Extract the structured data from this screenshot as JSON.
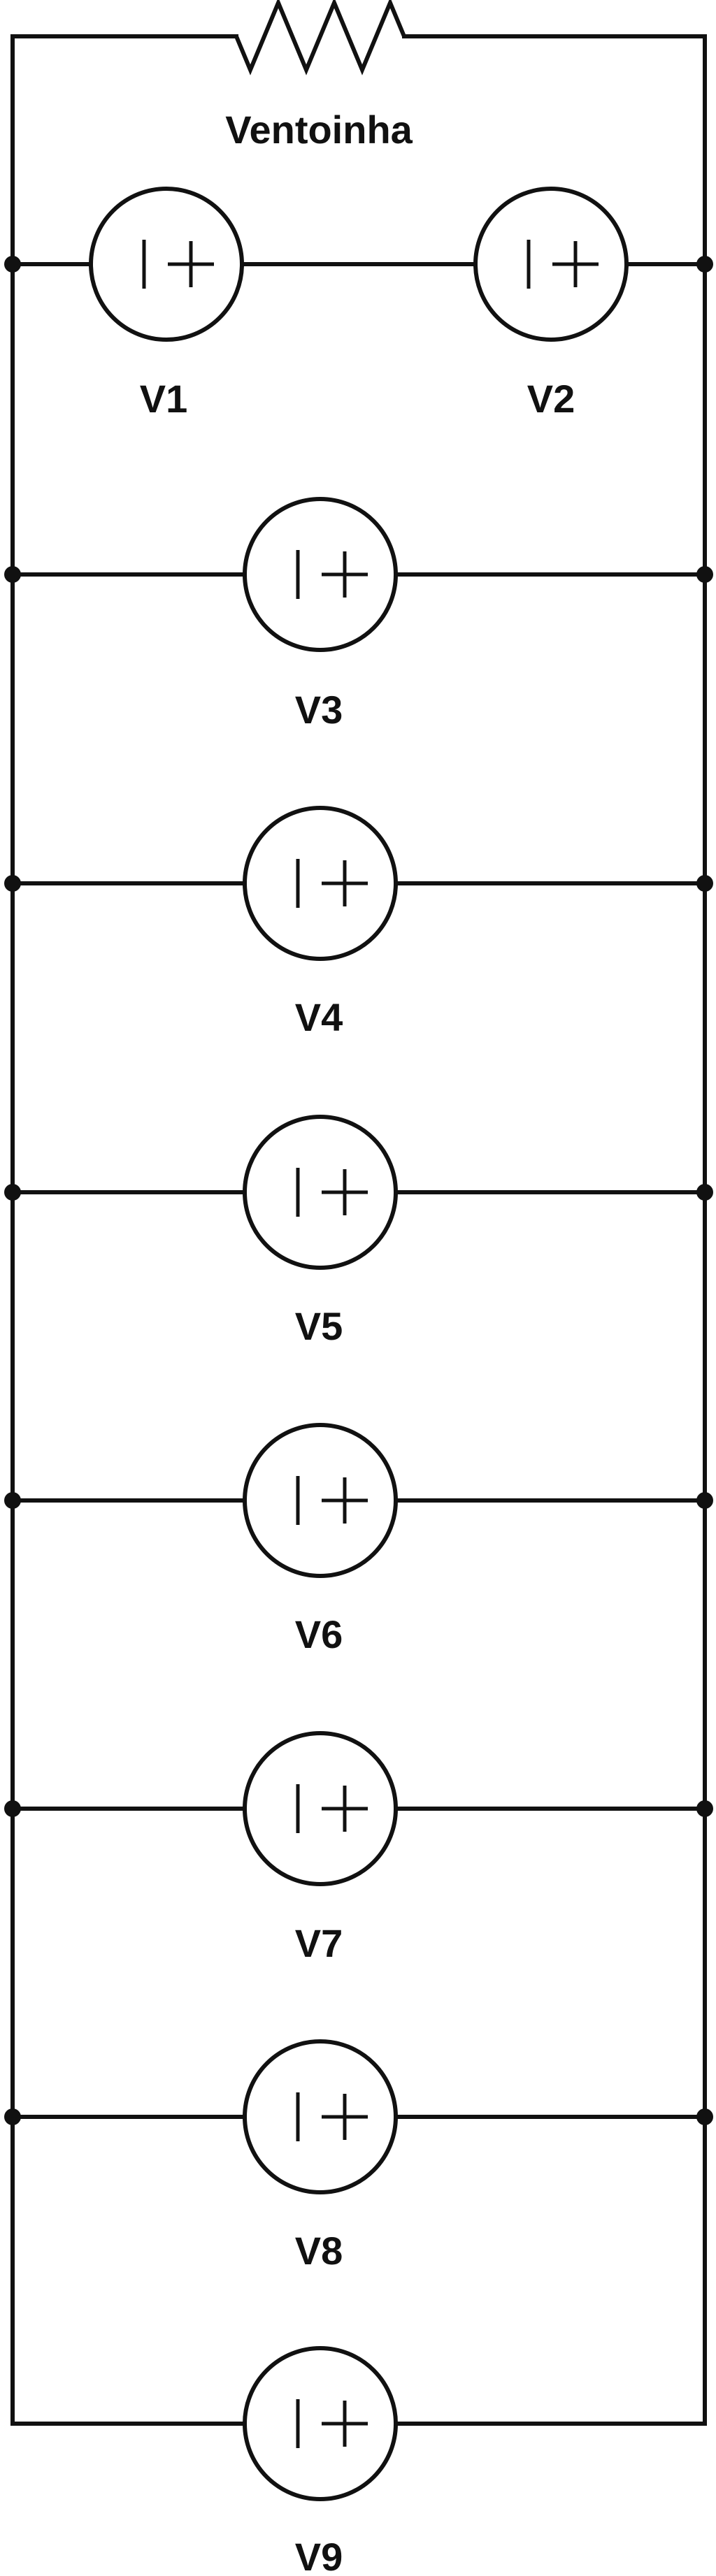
{
  "diagram": {
    "resistor_label": "Ventoinha",
    "sources": [
      {
        "label": "V1"
      },
      {
        "label": "V2"
      },
      {
        "label": "V3"
      },
      {
        "label": "V4"
      },
      {
        "label": "V5"
      },
      {
        "label": "V6"
      },
      {
        "label": "V7"
      },
      {
        "label": "V8"
      },
      {
        "label": "V9"
      }
    ]
  }
}
